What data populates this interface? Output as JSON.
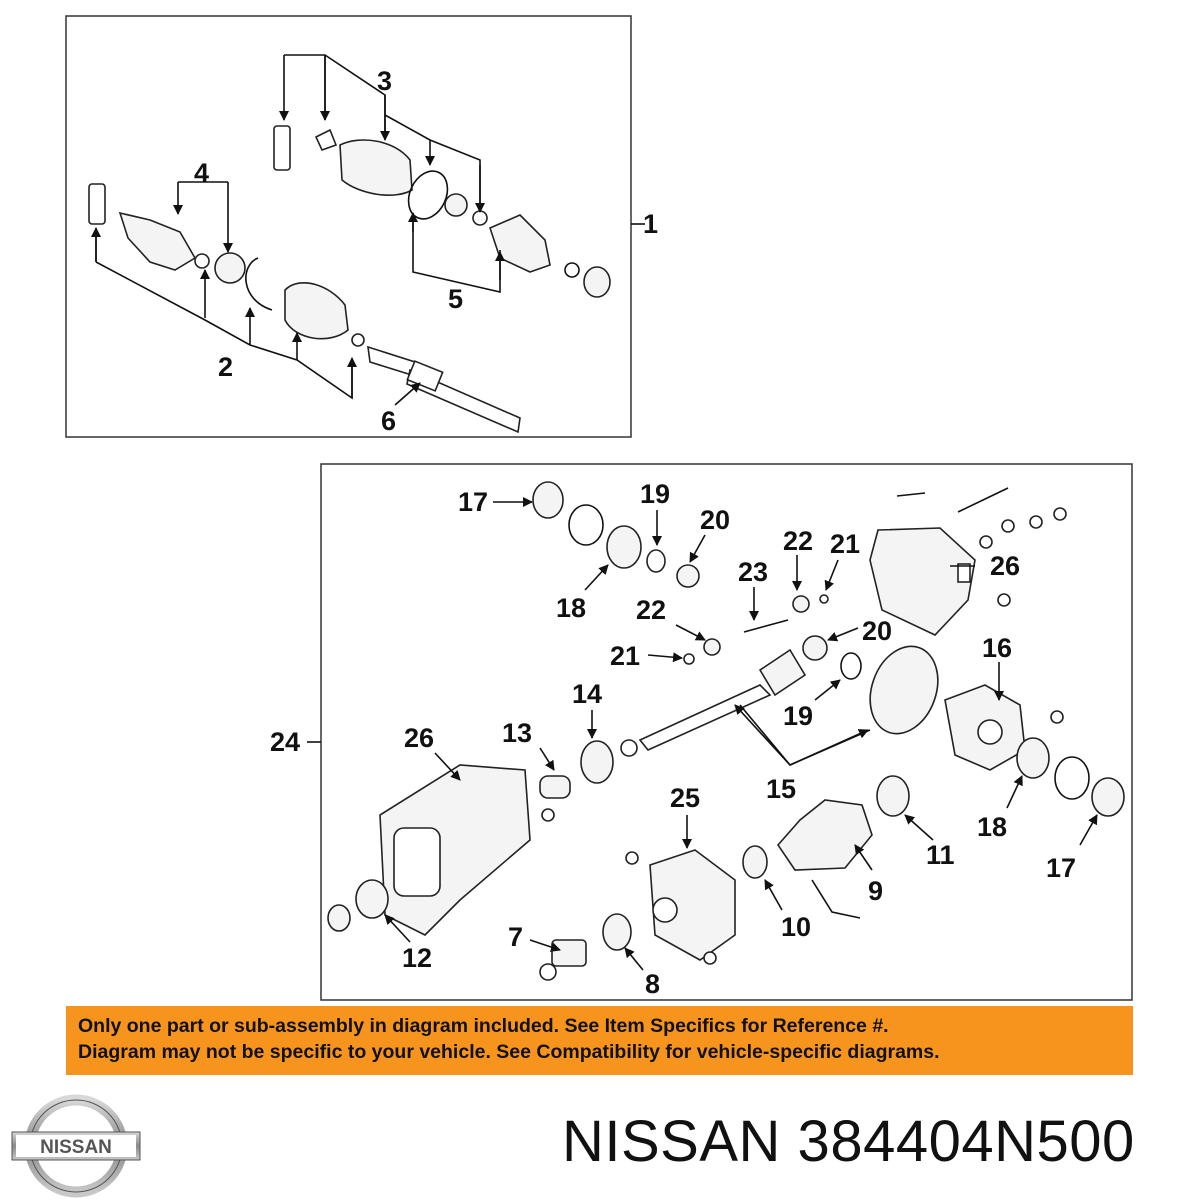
{
  "labels": {
    "top": [
      "1",
      "2",
      "3",
      "4",
      "5",
      "6"
    ],
    "bottom": [
      "7",
      "8",
      "9",
      "10",
      "11",
      "12",
      "13",
      "14",
      "15",
      "16",
      "17",
      "17",
      "18",
      "18",
      "19",
      "19",
      "20",
      "20",
      "21",
      "21",
      "22",
      "22",
      "23",
      "24",
      "25",
      "26",
      "26"
    ]
  },
  "notice": {
    "line1": "Only one part or sub-assembly in diagram included. See Item Specifics for Reference #.",
    "line2": "Diagram may not be specific to your vehicle. See Compatibility for vehicle-specific diagrams."
  },
  "logo": {
    "text": "NISSAN",
    "icon": "nissan-logo-icon"
  },
  "title": "NISSAN 384404N500",
  "colors": {
    "notice_bg": "#f7941d",
    "ink": "#111111"
  }
}
